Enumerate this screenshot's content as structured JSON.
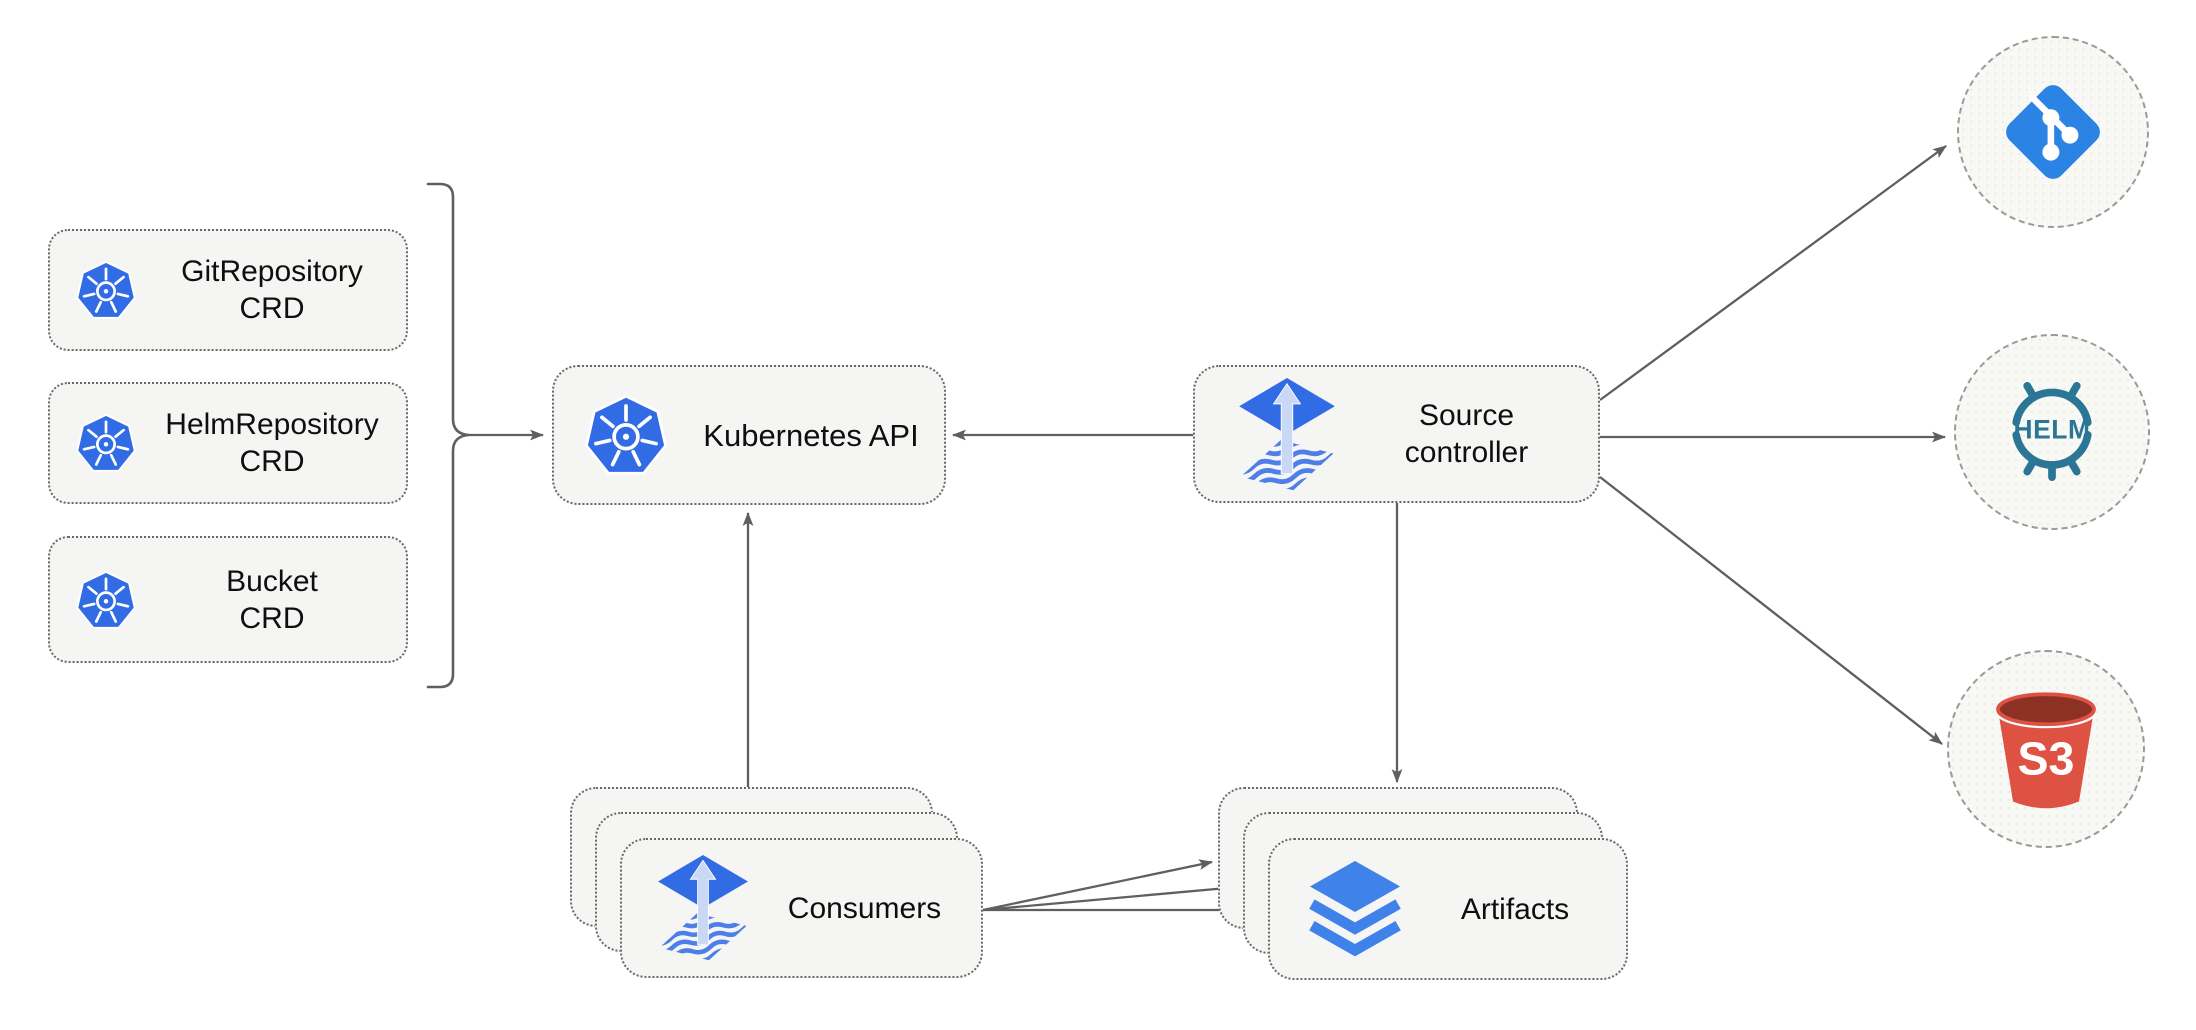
{
  "nodes": {
    "crds": [
      {
        "line1": "GitRepository",
        "line2": "CRD"
      },
      {
        "line1": "HelmRepository",
        "line2": "CRD"
      },
      {
        "line1": "Bucket",
        "line2": "CRD"
      }
    ],
    "kubernetes_api": {
      "label": "Kubernetes API"
    },
    "source_controller": {
      "line1": "Source",
      "line2": "controller"
    },
    "consumers": {
      "label": "Consumers"
    },
    "artifacts": {
      "label": "Artifacts"
    },
    "helm_logo_text": "HELM",
    "s3_logo_text": "S3"
  },
  "colors": {
    "kubernetes_blue": "#326CE5",
    "flux_blue": "#316CE4",
    "flux_arrow_light": "#C9D8F5",
    "flux_stripe_blue": "#4E7FE8",
    "git_blue": "#2B84E4",
    "helm_teal": "#2C7695",
    "s3_red": "#DE5244",
    "s3_dark_red": "#8C3123",
    "layers_blue": "#3E82EA",
    "box_fill": "#F5F5F4",
    "connector_gray": "#5F5F5F"
  }
}
